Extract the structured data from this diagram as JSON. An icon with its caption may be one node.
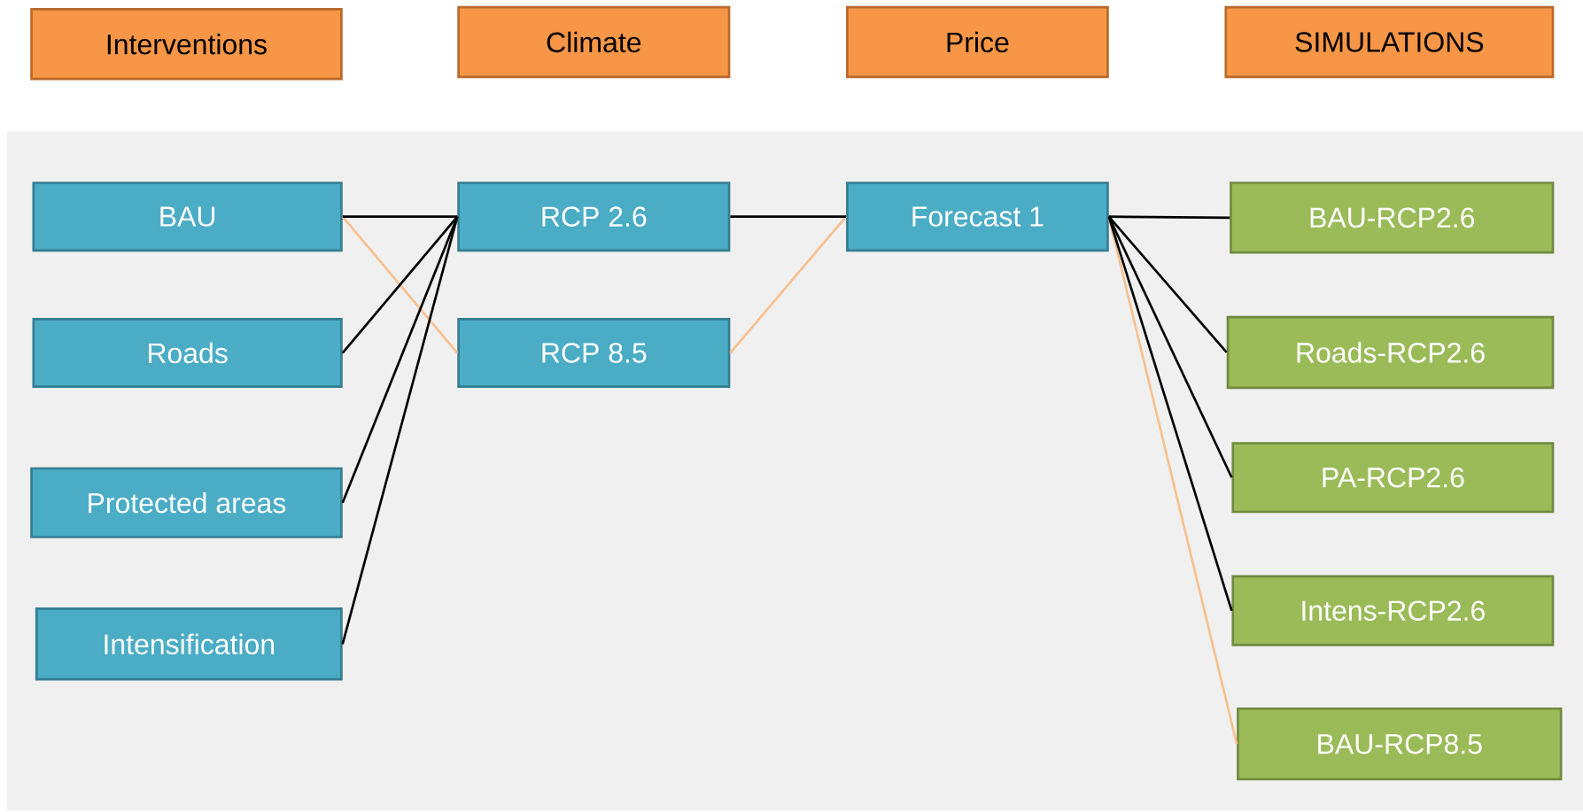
{
  "diagram": {
    "nodes": [
      {
        "text": [
          "Interventions"
        ]
      },
      {
        "text": [
          "Climate"
        ]
      },
      {
        "text": [
          "Price"
        ]
      },
      {
        "text": [
          "SIMULATIONS"
        ]
      },
      {
        "text": [
          "BAU"
        ]
      },
      {
        "text": [
          "Roads"
        ]
      },
      {
        "text": [
          "Protected areas"
        ]
      },
      {
        "text": [
          "Intensification"
        ]
      },
      {
        "text": [
          "RCP 2.6"
        ]
      },
      {
        "text": [
          "RCP 8.5"
        ]
      },
      {
        "text": [
          "Forecast 1"
        ]
      },
      {
        "text": [
          "BAU-RCP2.6"
        ]
      },
      {
        "text": [
          "Roads-RCP2.6"
        ]
      },
      {
        "text": [
          "PA-RCP2.6"
        ]
      },
      {
        "text": [
          "Intens-RCP2.6"
        ]
      },
      {
        "text": [
          "BAU-RCP8.5"
        ]
      }
    ],
    "edges": [
      {
        "from": 4,
        "to": 8,
        "arrow": "none"
      },
      {
        "from": 4,
        "to": 9,
        "arrow": "none",
        "color": "#f8c08e"
      },
      {
        "from": 5,
        "to": 8,
        "arrow": "none"
      },
      {
        "from": 6,
        "to": 8,
        "arrow": "none"
      },
      {
        "from": 7,
        "to": 8,
        "arrow": "none"
      },
      {
        "from": 8,
        "to": 10,
        "arrow": "none"
      },
      {
        "from": 9,
        "to": 10,
        "arrow": "none",
        "color": "#f8c08e"
      },
      {
        "from": 10,
        "to": 11,
        "arrow": "none"
      },
      {
        "from": 10,
        "to": 12,
        "arrow": "none"
      },
      {
        "from": 10,
        "to": 13,
        "arrow": "none"
      },
      {
        "from": 10,
        "to": 14,
        "arrow": "none"
      },
      {
        "from": 10,
        "to": 15,
        "arrow": "none",
        "color": "#f8c08e"
      }
    ]
  }
}
